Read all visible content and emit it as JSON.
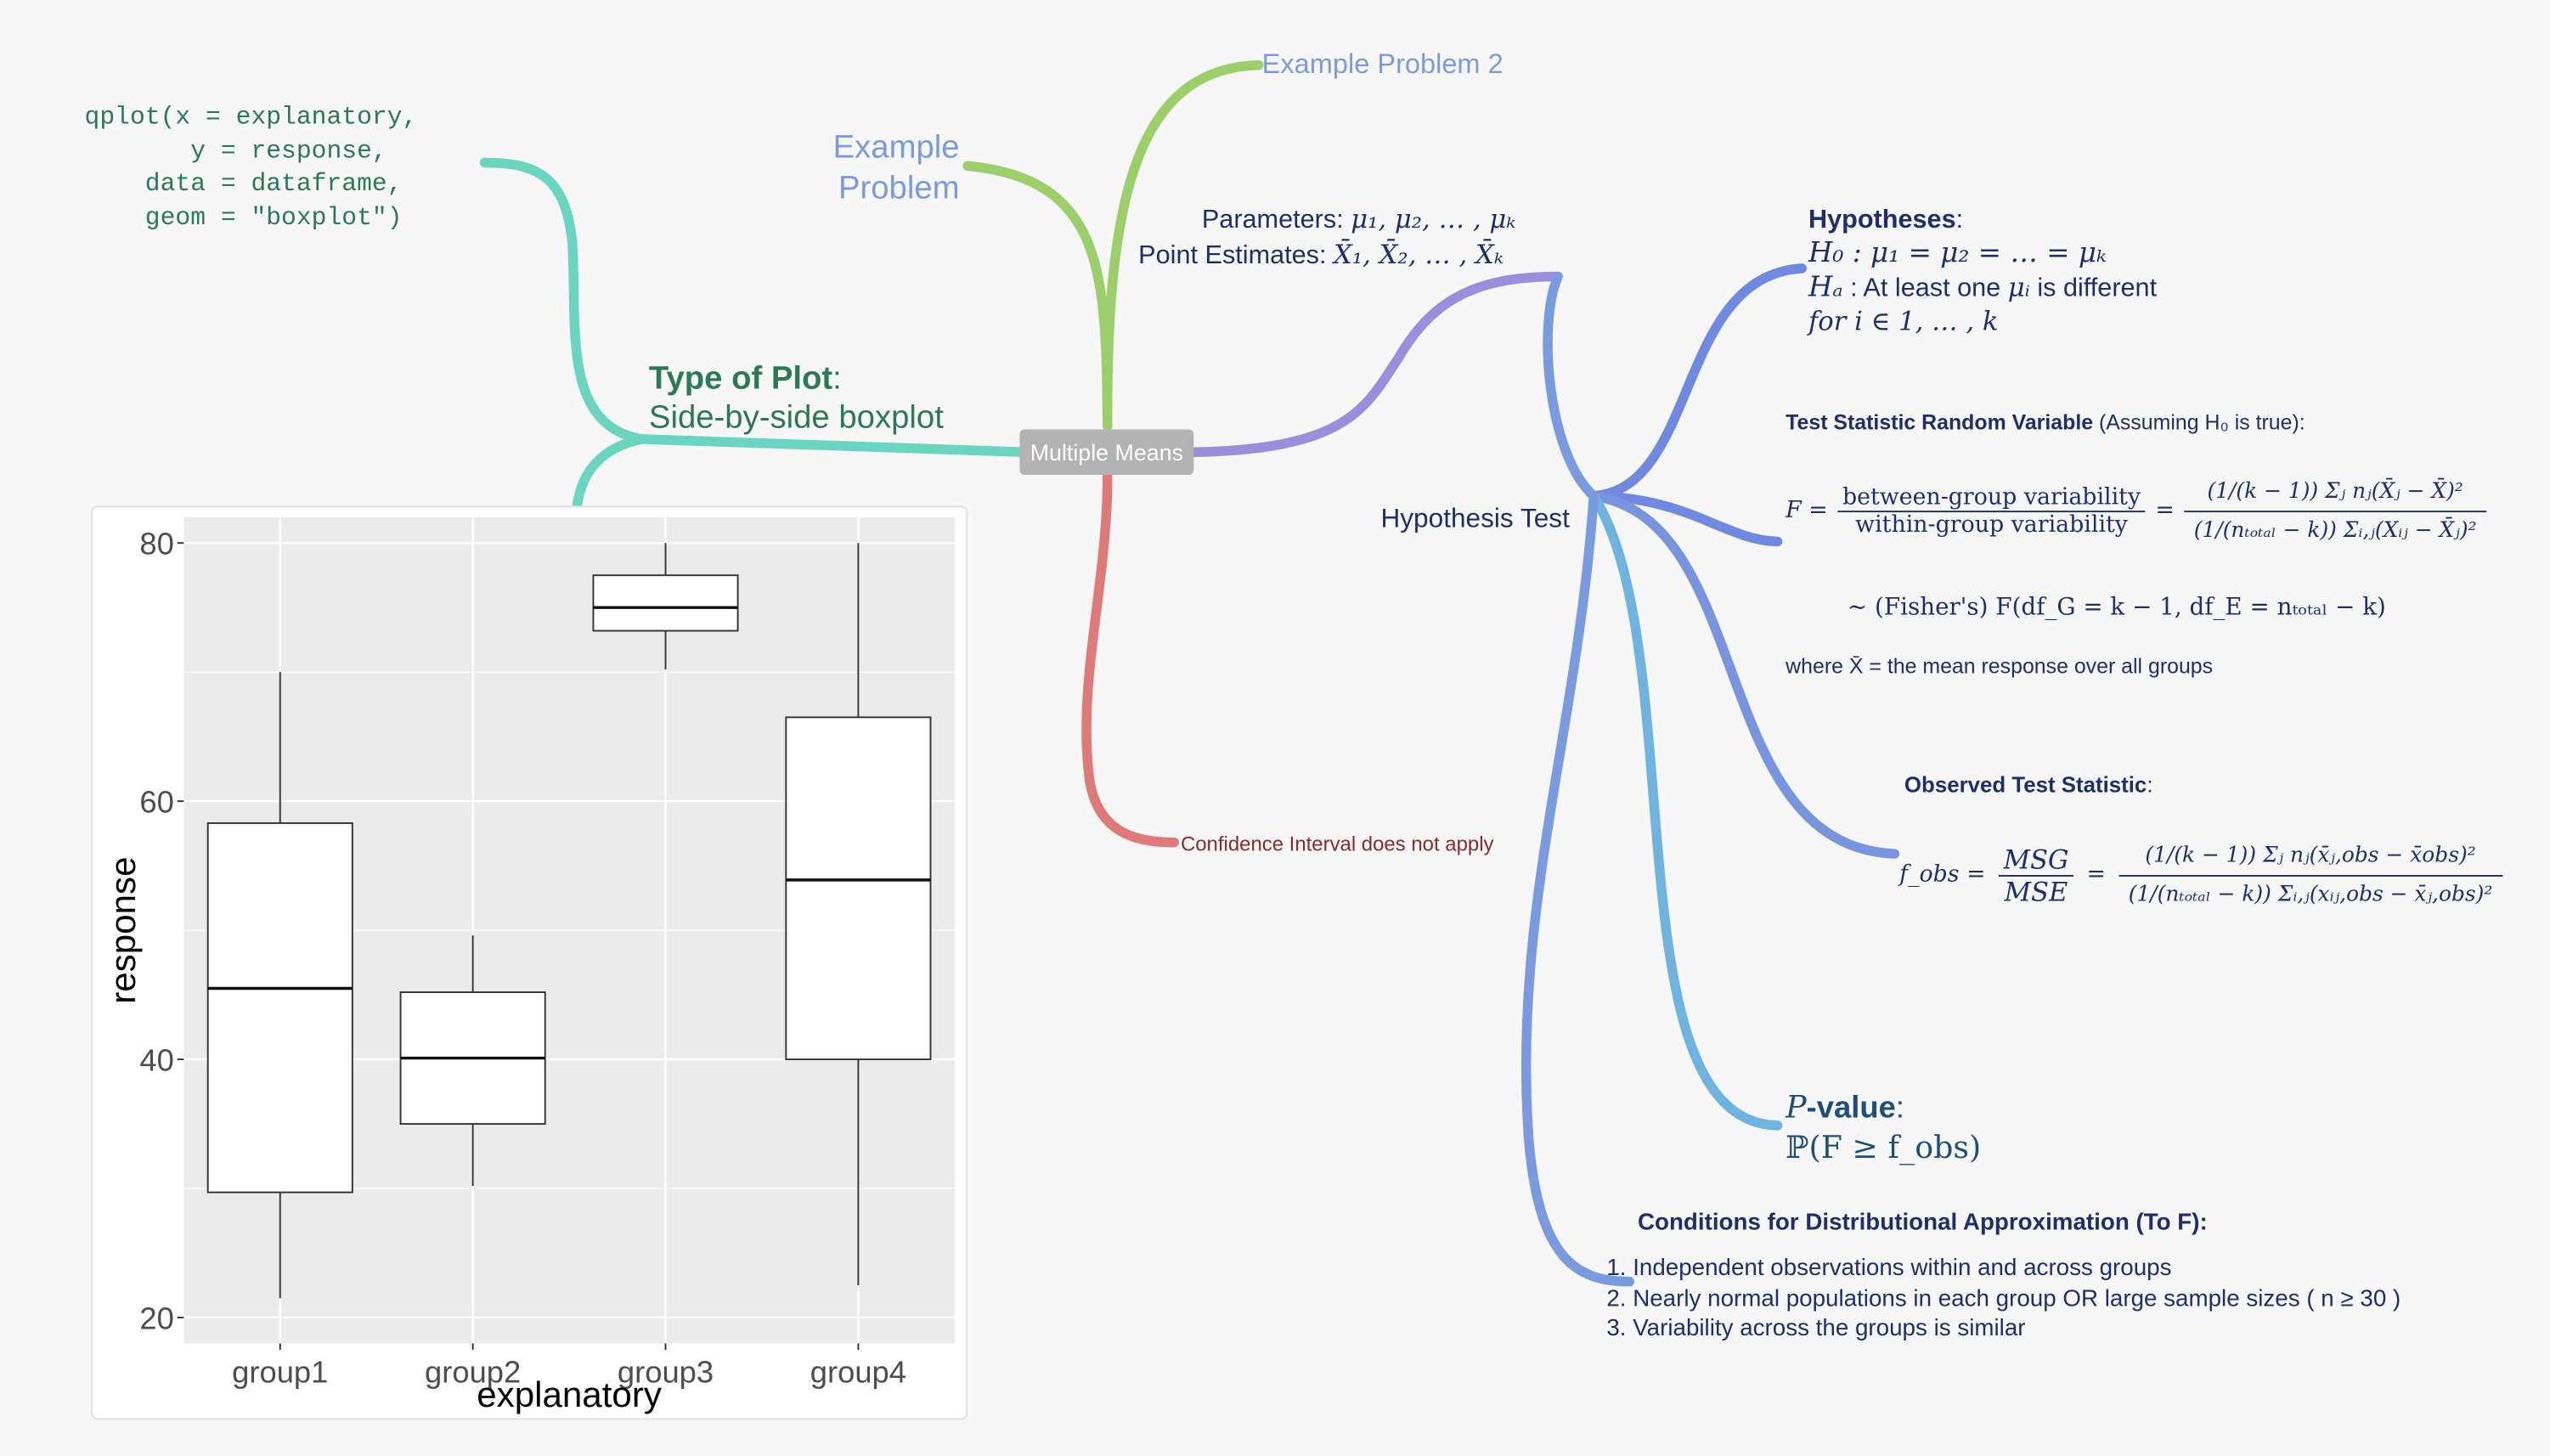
{
  "center_node": "Multiple Means",
  "branches": {
    "code": "qplot(x = explanatory,\n       y = response,\n    data = dataframe,\n    geom = \"boxplot\")",
    "plot_type": {
      "label": "Type of Plot",
      "sep": ":",
      "value": "Side-by-side boxplot"
    },
    "example_problem": {
      "line1": "Example",
      "line2": "Problem"
    },
    "example_problem_2": "Example Problem 2",
    "parameters": {
      "label": "Parameters:",
      "math": "μ₁, μ₂, … , μₖ"
    },
    "point_estimates": {
      "label": "Point Estimates:",
      "math": "X̄₁, X̄₂, … , X̄ₖ"
    },
    "confidence_interval": "Confidence Interval does not apply",
    "hypothesis_test": "Hypothesis Test"
  },
  "hypotheses": {
    "title": "Hypotheses",
    "sep": ":",
    "h0": "H₀ : μ₁ = μ₂ = … = μₖ",
    "ha_prefix": "Hₐ",
    "ha_text": " : At least one ",
    "ha_mu": "μᵢ",
    "ha_suffix": " is different",
    "ha_for": "for i ∈ 1, … , k"
  },
  "test_statistic": {
    "title": "Test Statistic Random Variable",
    "assume": " (Assuming H₀ is true):",
    "F": "F =",
    "num_text": "between-group variability",
    "den_text": "within-group variability",
    "eq": "=",
    "rhs_num": "(1/(k − 1)) Σⱼ nⱼ(X̄ⱼ − X̄)²",
    "rhs_den": "(1/(nₜₒₜₐₗ − k)) Σᵢ,ⱼ(Xᵢⱼ − X̄ⱼ)²",
    "dist": "~ (Fisher's) F(df_G = k − 1, df_E = nₜₒₜₐₗ − k)",
    "where": "where X̄ = the mean response over all groups"
  },
  "observed": {
    "title": "Observed Test Statistic",
    "sep": ":",
    "lhs": "f_obs =",
    "mid_num": "MSG",
    "mid_den": "MSE",
    "eq": "=",
    "rhs_num": "(1/(k − 1)) Σⱼ nⱼ(x̄ⱼ,obs − x̄obs)²",
    "rhs_den": "(1/(nₜₒₜₐₗ − k)) Σᵢ,ⱼ(xᵢⱼ,obs − x̄ⱼ,obs)²"
  },
  "pvalue": {
    "label_p": "P",
    "label_rest": "-value",
    "sep": ":",
    "expr": "ℙ(F ≥ f_obs)"
  },
  "conditions": {
    "title": "Conditions for Distributional Approximation (To F):",
    "items": [
      "Independent observations within and across groups",
      "Nearly normal populations in each group OR large sample sizes ( n ≥ 30 )",
      "Variability across the groups is similar"
    ]
  },
  "colors": {
    "teal": "#6ad6c0",
    "green": "#9ccf6a",
    "purple": "#9a8fdc",
    "red": "#e07a7a",
    "blue": "#7a9be0",
    "sky": "#6fb4e0",
    "navy": "#1e2f6e",
    "node_gray": "#b3b3b3"
  },
  "chart_data": {
    "type": "boxplot",
    "xlabel": "explanatory",
    "ylabel": "response",
    "categories": [
      "group1",
      "group2",
      "group3",
      "group4"
    ],
    "ylim": [
      18,
      82
    ],
    "yticks": [
      20,
      40,
      60,
      80
    ],
    "boxes": [
      {
        "name": "group1",
        "min": 21.5,
        "q1": 29.7,
        "median": 45.5,
        "q3": 58.3,
        "max": 70
      },
      {
        "name": "group2",
        "min": 30.2,
        "q1": 35,
        "median": 40.1,
        "q3": 45.2,
        "max": 49.6
      },
      {
        "name": "group3",
        "min": 70.2,
        "q1": 73.2,
        "median": 75,
        "q3": 77.5,
        "max": 80
      },
      {
        "name": "group4",
        "min": 22.5,
        "q1": 40,
        "median": 53.9,
        "q3": 66.5,
        "max": 80
      }
    ],
    "grid": true,
    "background": "#ebebeb"
  }
}
